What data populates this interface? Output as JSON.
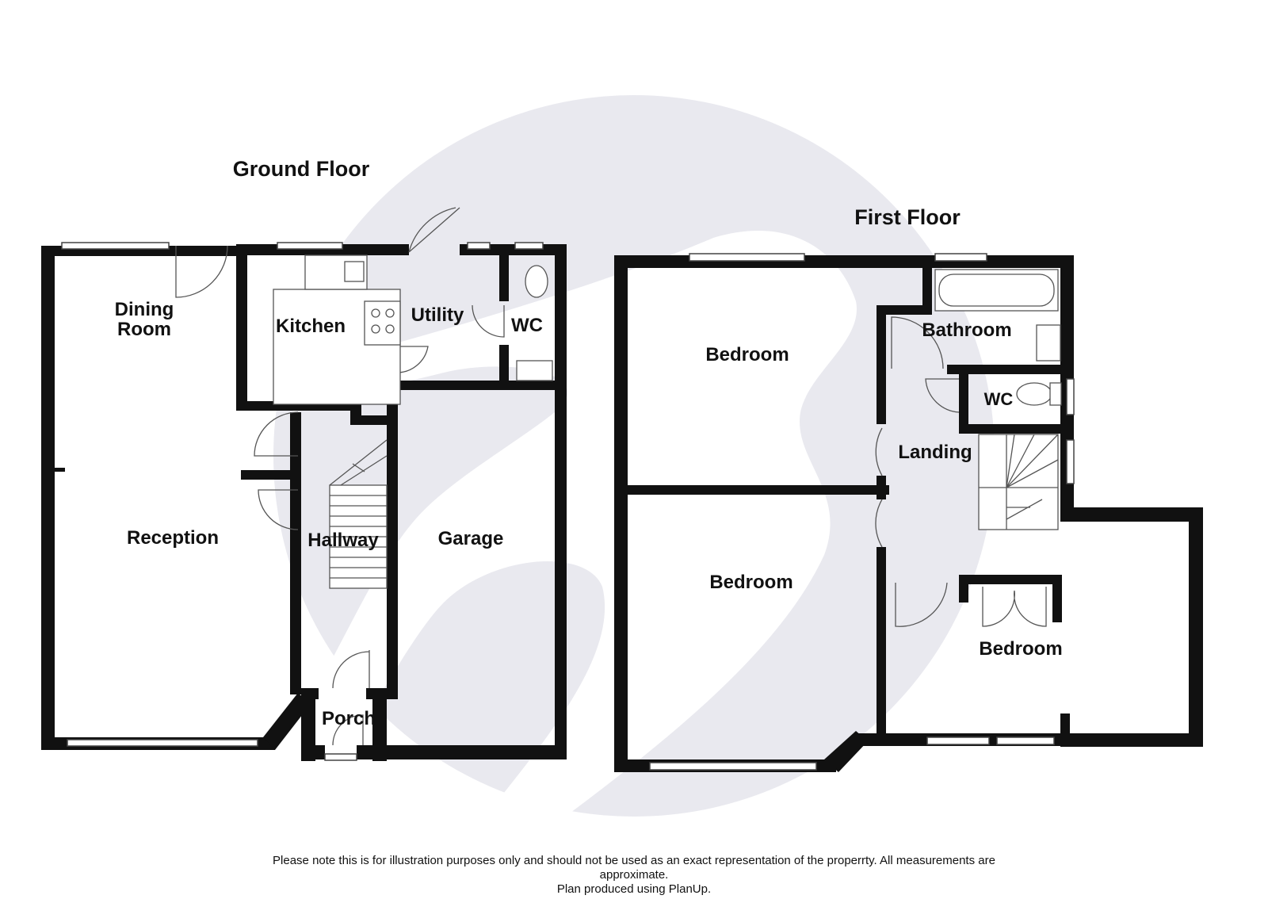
{
  "floors": {
    "ground": {
      "title": "Ground Floor",
      "rooms": {
        "dining_line1": "Dining",
        "dining_line2": "Room",
        "kitchen": "Kitchen",
        "utility": "Utility",
        "wc": "WC",
        "reception": "Reception",
        "hallway": "Hallway",
        "garage": "Garage",
        "porch": "Porch"
      }
    },
    "first": {
      "title": "First Floor",
      "rooms": {
        "bedroom1": "Bedroom",
        "bathroom": "Bathroom",
        "wc": "WC",
        "landing": "Landing",
        "bedroom2": "Bedroom",
        "bedroom3": "Bedroom"
      }
    }
  },
  "footer": {
    "line1": "Please note this is for illustration purposes only and should not be used as an exact representation of the properrty. All measurements are",
    "line2": "approximate.",
    "line3": "Plan produced using PlanUp."
  },
  "colors": {
    "wall": "#111111",
    "watermark": "#e8e8ee"
  },
  "icons": [
    "watermark-logo"
  ]
}
